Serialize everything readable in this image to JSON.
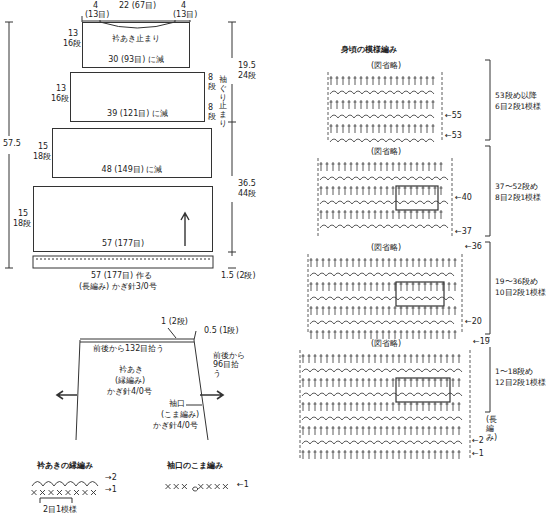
{
  "diagram": {
    "nodes": [
      {
        "text": [
          "衿あき止まり",
          "30 (93目) に減"
        ]
      },
      {
        "text": [
          "39 (121目) に減"
        ]
      },
      {
        "text": [
          "48 (149目) に減"
        ]
      },
      {
        "text": [
          "57 (177目)"
        ]
      }
    ],
    "labels": [
      "4",
      "(13目)",
      "22 (67目)",
      "4",
      "(13目)",
      "13",
      "16段",
      "13",
      "16段",
      "15",
      "18段",
      "15",
      "18段",
      "57.5",
      "19.5",
      "24段",
      "36.5",
      "44段",
      "1.5 (2段)",
      "8段",
      "袖ぐり止まり",
      "8段",
      "57 (177目) 作る",
      "(長編み) かぎ針3/0号",
      "1 (2段)",
      "前後から132目拾う",
      "0.5 (1段)",
      "衿あき",
      "(縁編み)",
      "かぎ針4/0号",
      "前後から96目拾う",
      "袖口",
      "(こま編み)",
      "かぎ針4/0号",
      "衿あきの縁編み",
      "→2",
      "→1",
      "2目1模様",
      "袖口のこま編み",
      "←1",
      "身頃の模様編み",
      "(図省略)",
      "(図省略)",
      "(図省略)",
      "(図省略)",
      "←55",
      "←53",
      "←40",
      "←37",
      "←36",
      "←20",
      "←19",
      "←2",
      "←1",
      "(長編み)",
      "53段め以降",
      "6目2段1模様",
      "37〜52段め",
      "8目2段1模様",
      "19〜36段め",
      "10目2段1模様",
      "1〜18段め",
      "12目2段1模様"
    ]
  }
}
